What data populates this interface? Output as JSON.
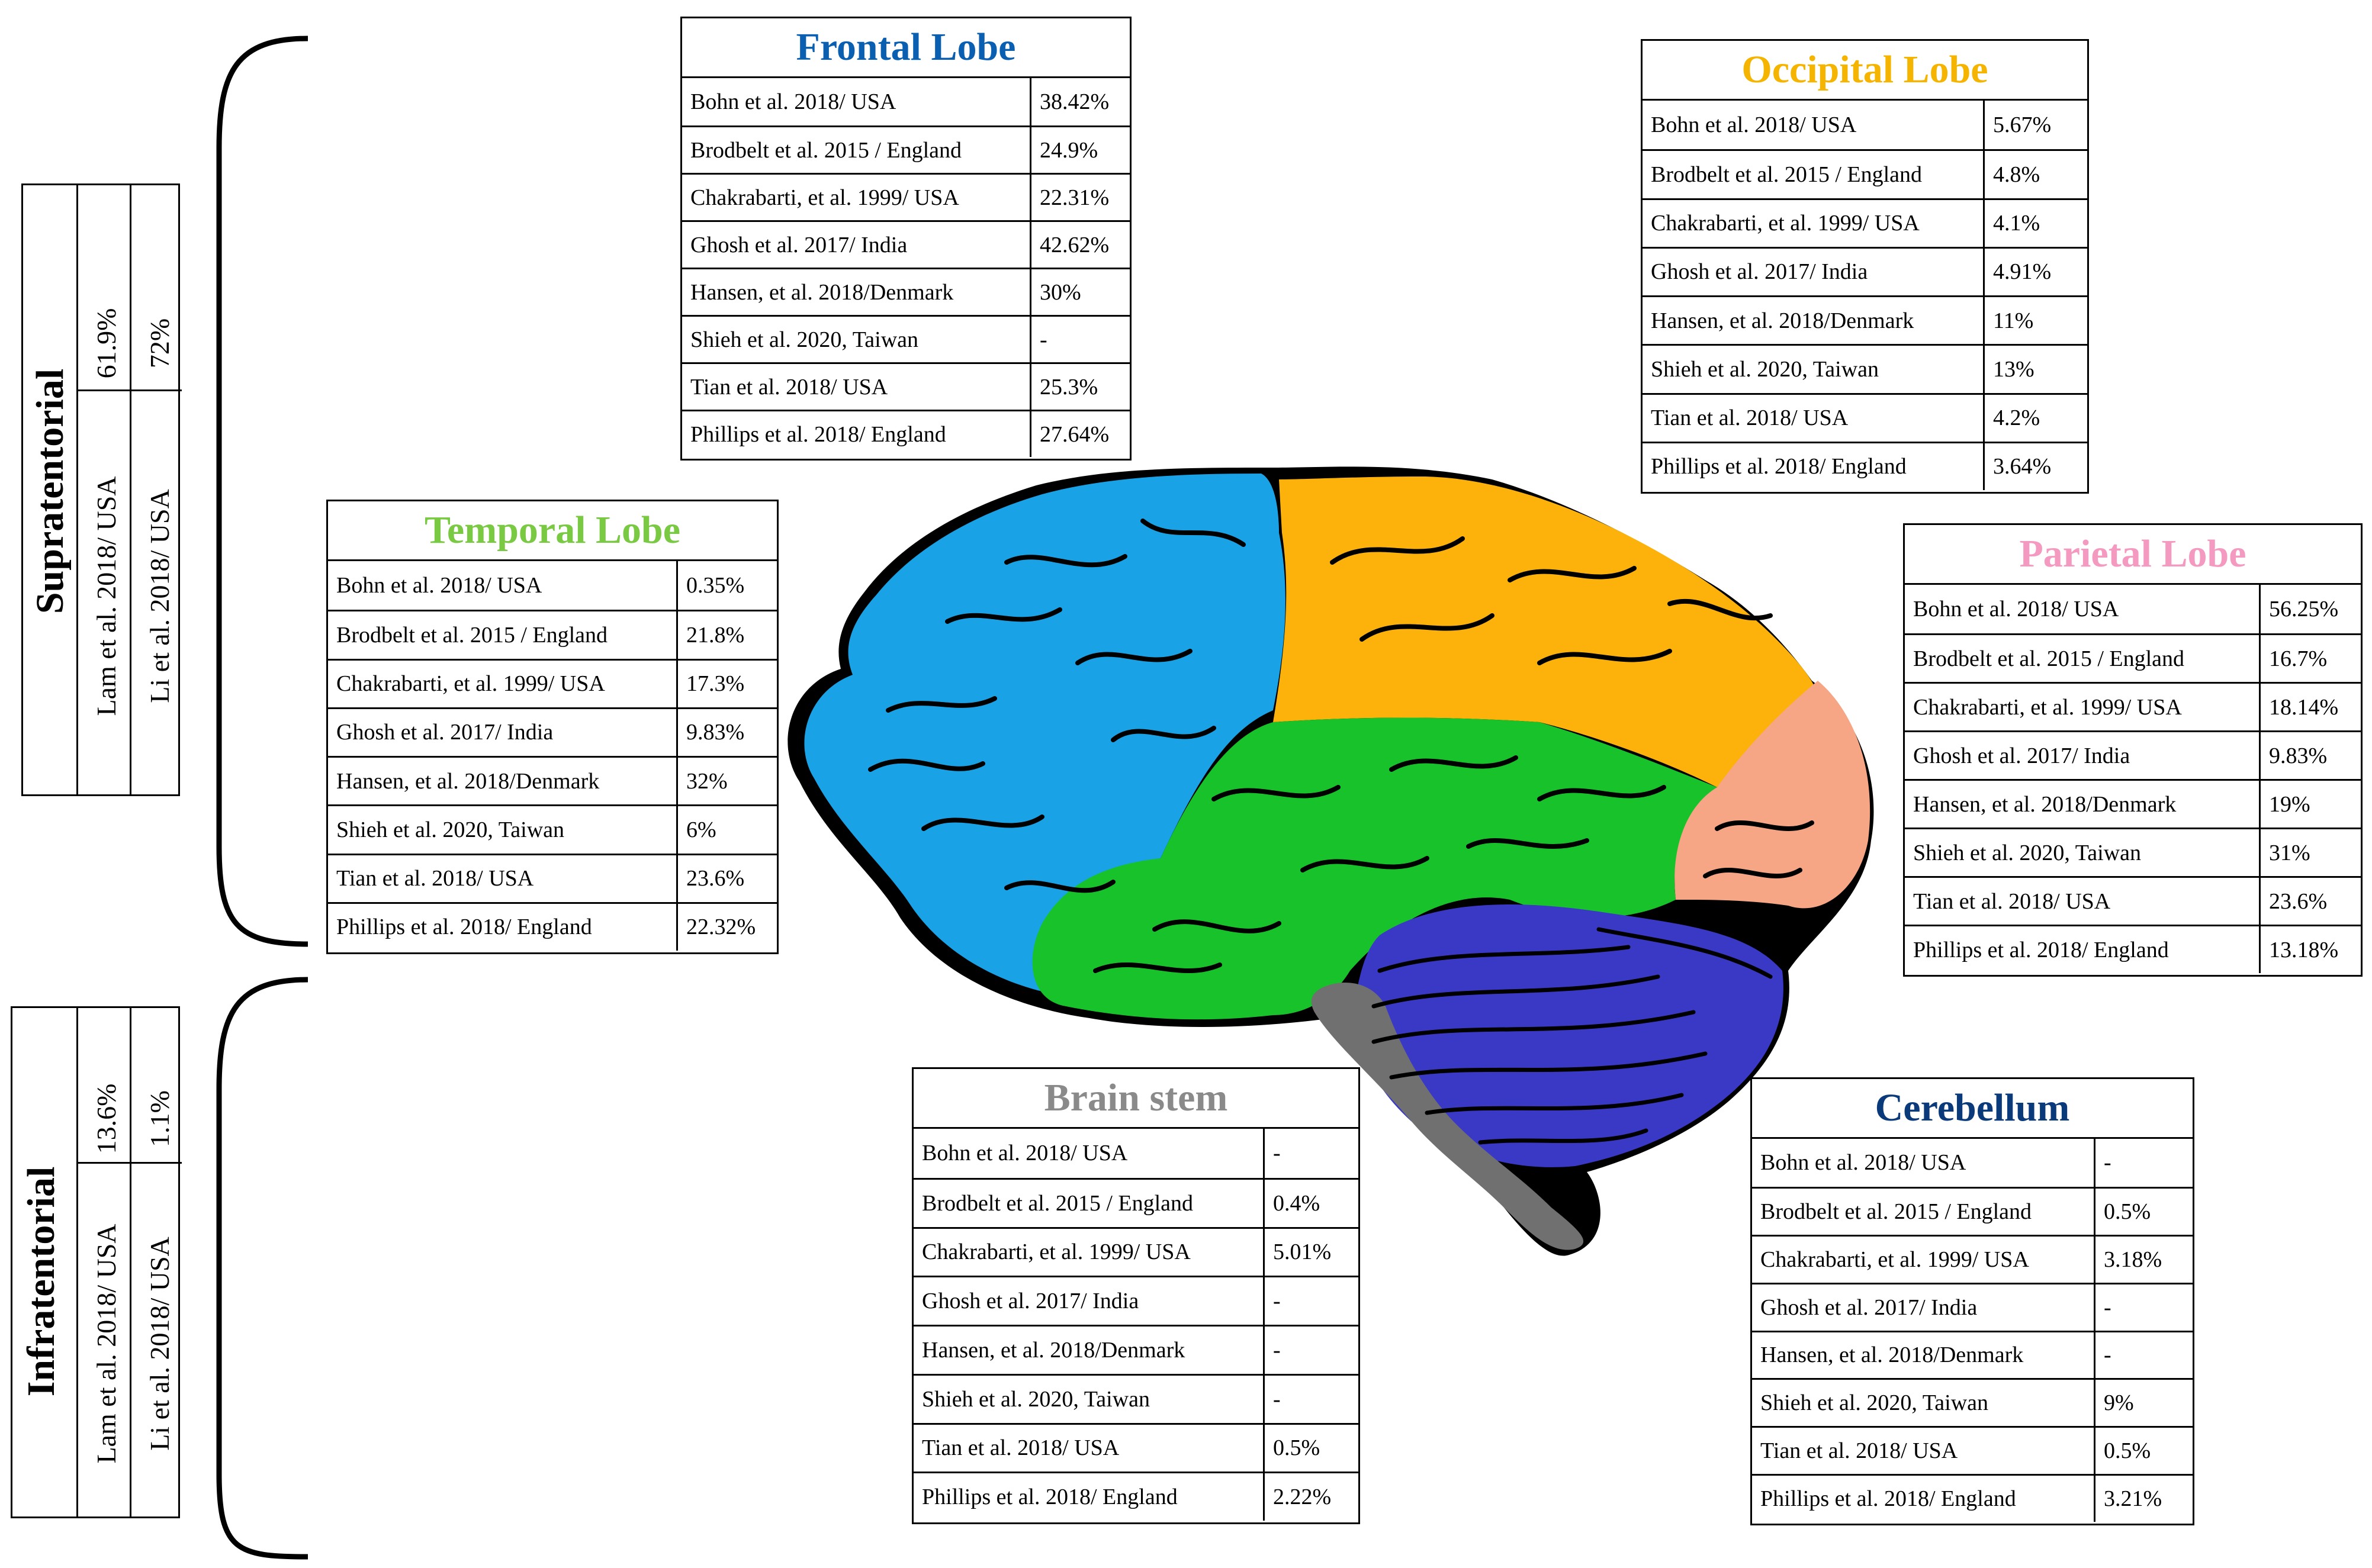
{
  "colors": {
    "frontal": "#0b5fb0",
    "occipital": "#f4b400",
    "temporal": "#7ac943",
    "parietal": "#f49ac1",
    "brainstem": "#8a8a8a",
    "cerebellum": "#0b3a7a",
    "region_frontal_fill": "#19a3e6",
    "region_occipital_fill": "#fcb20a",
    "region_temporal_fill": "#17c22a",
    "region_parietal_fill": "#f6a585",
    "region_cerebellum_fill": "#3939c6",
    "region_brainstem_fill": "#707070"
  },
  "groups": {
    "supratentorial": {
      "label": "Supratentorial",
      "studies": [
        "Lam et al. 2018/ USA",
        "Li et al. 2018/ USA"
      ],
      "values": [
        "61.9%",
        "72%"
      ]
    },
    "infratentorial": {
      "label": "Infratentorial",
      "studies": [
        "Lam et al. 2018/ USA",
        "Li et al. 2018/ USA"
      ],
      "values": [
        "13.6%",
        "1.1%"
      ]
    }
  },
  "tables": {
    "frontal": {
      "title": "Frontal Lobe",
      "rows": [
        [
          "Bohn et al. 2018/ USA",
          "38.42%"
        ],
        [
          "Brodbelt et al. 2015 / England",
          "24.9%"
        ],
        [
          "Chakrabarti, et al. 1999/ USA",
          "22.31%"
        ],
        [
          "Ghosh et al. 2017/ India",
          "42.62%"
        ],
        [
          "Hansen, et al. 2018/Denmark",
          "30%"
        ],
        [
          "Shieh et al. 2020, Taiwan",
          "-"
        ],
        [
          "Tian et al. 2018/ USA",
          "25.3%"
        ],
        [
          "Phillips et al. 2018/ England",
          "27.64%"
        ]
      ]
    },
    "occipital": {
      "title": "Occipital Lobe",
      "rows": [
        [
          "Bohn et al. 2018/ USA",
          "5.67%"
        ],
        [
          "Brodbelt et al. 2015 / England",
          "4.8%"
        ],
        [
          "Chakrabarti, et al. 1999/ USA",
          "4.1%"
        ],
        [
          "Ghosh et al. 2017/ India",
          "4.91%"
        ],
        [
          "Hansen, et al. 2018/Denmark",
          "11%"
        ],
        [
          "Shieh et al. 2020, Taiwan",
          "13%"
        ],
        [
          "Tian et al. 2018/ USA",
          "4.2%"
        ],
        [
          "Phillips et al. 2018/ England",
          "3.64%"
        ]
      ]
    },
    "temporal": {
      "title": "Temporal Lobe",
      "rows": [
        [
          "Bohn et al. 2018/ USA",
          "0.35%"
        ],
        [
          "Brodbelt et al. 2015 / England",
          "21.8%"
        ],
        [
          "Chakrabarti, et al. 1999/ USA",
          "17.3%"
        ],
        [
          "Ghosh et al. 2017/ India",
          "9.83%"
        ],
        [
          "Hansen, et al. 2018/Denmark",
          "32%"
        ],
        [
          "Shieh et al. 2020, Taiwan",
          "6%"
        ],
        [
          "Tian et al. 2018/ USA",
          "23.6%"
        ],
        [
          "Phillips et al. 2018/ England",
          "22.32%"
        ]
      ]
    },
    "parietal": {
      "title": "Parietal Lobe",
      "rows": [
        [
          "Bohn et al. 2018/ USA",
          "56.25%"
        ],
        [
          "Brodbelt et al. 2015 / England",
          "16.7%"
        ],
        [
          "Chakrabarti, et al. 1999/ USA",
          "18.14%"
        ],
        [
          "Ghosh et al. 2017/ India",
          "9.83%"
        ],
        [
          "Hansen, et al. 2018/Denmark",
          "19%"
        ],
        [
          "Shieh et al. 2020, Taiwan",
          "31%"
        ],
        [
          "Tian et al. 2018/ USA",
          "23.6%"
        ],
        [
          "Phillips et al. 2018/ England",
          "13.18%"
        ]
      ]
    },
    "brainstem": {
      "title": "Brain stem",
      "rows": [
        [
          "Bohn et al. 2018/ USA",
          "-"
        ],
        [
          "Brodbelt et al. 2015 / England",
          "0.4%"
        ],
        [
          "Chakrabarti, et al. 1999/ USA",
          "5.01%"
        ],
        [
          "Ghosh et al. 2017/ India",
          "-"
        ],
        [
          "Hansen, et al. 2018/Denmark",
          "-"
        ],
        [
          "Shieh et al. 2020, Taiwan",
          "-"
        ],
        [
          "Tian et al. 2018/ USA",
          "0.5%"
        ],
        [
          "Phillips et al. 2018/ England",
          "2.22%"
        ]
      ]
    },
    "cerebellum": {
      "title": "Cerebellum",
      "rows": [
        [
          "Bohn et al. 2018/ USA",
          "-"
        ],
        [
          "Brodbelt et al. 2015 / England",
          "0.5%"
        ],
        [
          "Chakrabarti, et al. 1999/ USA",
          "3.18%"
        ],
        [
          "Ghosh et al. 2017/ India",
          "-"
        ],
        [
          "Hansen, et al. 2018/Denmark",
          "-"
        ],
        [
          "Shieh et al. 2020, Taiwan",
          "9%"
        ],
        [
          "Tian et al. 2018/ USA",
          "0.5%"
        ],
        [
          "Phillips et al.  2018/ England",
          "3.21%"
        ]
      ]
    }
  }
}
